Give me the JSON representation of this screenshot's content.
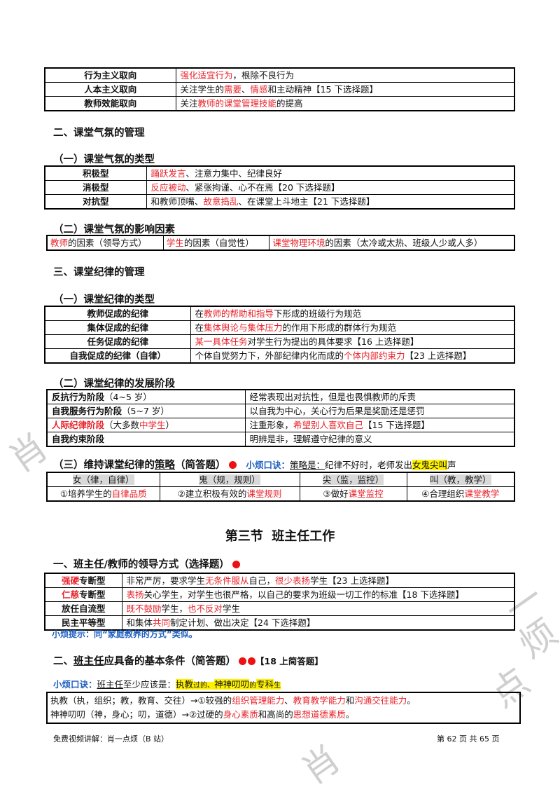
{
  "table_orient": {
    "rows": [
      {
        "name": "行为主义取向",
        "parts": [
          {
            "t": "强化适宜行为",
            "red": true
          },
          {
            "t": "，根除不良行为"
          }
        ]
      },
      {
        "name": "人本主义取向",
        "parts": [
          {
            "t": "关注学生的"
          },
          {
            "t": "需要",
            "red": true
          },
          {
            "t": "、"
          },
          {
            "t": "情感",
            "red": true
          },
          {
            "t": "和主动精神【15 下选择题】"
          }
        ]
      },
      {
        "name": "教师效能取向",
        "parts": [
          {
            "t": "关注"
          },
          {
            "t": "教师的课堂管理技能",
            "red": true
          },
          {
            "t": "的提高"
          }
        ]
      }
    ]
  },
  "sec2_title": "二、课堂气氛的管理",
  "sec2_1_title": "（一）课堂气氛的类型",
  "table_atmos": {
    "rows": [
      {
        "name": "积极型",
        "parts": [
          {
            "t": "踊跃发言",
            "red": true
          },
          {
            "t": "、注意力集中、纪律良好"
          }
        ]
      },
      {
        "name": "消极型",
        "parts": [
          {
            "t": "反应被动",
            "red": true
          },
          {
            "t": "、紧张拘谨、心不在焉【20 下选择题】"
          }
        ]
      },
      {
        "name": "对抗型",
        "parts": [
          {
            "t": "和教师顶嘴、"
          },
          {
            "t": "故意捣乱",
            "red": true
          },
          {
            "t": "、在课堂上斗地主【21 下选择题】"
          }
        ]
      }
    ]
  },
  "sec2_2_title": "（二）课堂气氛的影响因素",
  "factors": [
    {
      "parts": [
        {
          "t": "教师",
          "red": true
        },
        {
          "t": "的因素（领导方式）"
        }
      ]
    },
    {
      "parts": [
        {
          "t": "学生",
          "red": true
        },
        {
          "t": "的因素（自觉性）"
        }
      ]
    },
    {
      "parts": [
        {
          "t": "课堂物理环境",
          "red": true
        },
        {
          "t": "的因素（太冷或太热、班级人少或人多）"
        }
      ]
    }
  ],
  "sec3_title": "三、课堂纪律的管理",
  "sec3_1_title": "（一）课堂纪律的类型",
  "table_discipline": {
    "rows": [
      {
        "name": "教师促成的纪律",
        "parts": [
          {
            "t": "在"
          },
          {
            "t": "教师的帮助和指导",
            "red": true
          },
          {
            "t": "下形成的班级行为规范"
          }
        ]
      },
      {
        "name": "集体促成的纪律",
        "parts": [
          {
            "t": "在"
          },
          {
            "t": "集体舆论与集体压力",
            "red": true
          },
          {
            "t": "的作用下形成的群体行为规范"
          }
        ]
      },
      {
        "name": "任务促成的纪律",
        "parts": [
          {
            "t": "某一具体任务",
            "red": true
          },
          {
            "t": "对学生行为提出的具体要求【16 上选择题】"
          }
        ]
      },
      {
        "name": "自我促成的纪律（自律）",
        "parts": [
          {
            "t": "个体自觉努力下，外部纪律内化而成的"
          },
          {
            "t": "个体内部约束力",
            "red": true
          },
          {
            "t": "【23 上选择题】"
          }
        ]
      }
    ]
  },
  "sec3_2_title": "（二）课堂纪律的发展阶段",
  "table_stages": {
    "rows": [
      {
        "name": [
          {
            "t": "反抗行为阶段",
            "b": true
          },
          {
            "t": "（4~5 岁）"
          }
        ],
        "desc": [
          {
            "t": "经常表现出对抗性，但是也畏惧教师的斥责"
          }
        ]
      },
      {
        "name": [
          {
            "t": "自我服务行为阶段",
            "b": true
          },
          {
            "t": "（5~7 岁）"
          }
        ],
        "desc": [
          {
            "t": "以自我为中心，关心行为后果是奖励还是惩罚"
          }
        ]
      },
      {
        "name": [
          {
            "t": "人际纪律阶段",
            "b": true,
            "red": true
          },
          {
            "t": "（大多数"
          },
          {
            "t": "中学生",
            "red": true
          },
          {
            "t": "）"
          }
        ],
        "desc": [
          {
            "t": "注重形象，"
          },
          {
            "t": "希望别人喜欢自己",
            "red": true
          },
          {
            "t": "【15 下选择题】"
          }
        ]
      },
      {
        "name": [
          {
            "t": "自我约束阶段",
            "b": true
          }
        ],
        "desc": [
          {
            "t": "明辨是非，理解遵守纪律的意义"
          }
        ]
      }
    ]
  },
  "sec3_3": {
    "title_a": "（三）维持课堂纪律的",
    "title_b": "策略",
    "title_c": "（简答题）",
    "tip_label": "小烦口诀：",
    "tip_ul": "策略是：",
    "tip_text": "纪律不好时，老师发出",
    "tip_hl": "女鬼尖叫",
    "tip_end": "声"
  },
  "table_strategy": {
    "headers": [
      "女（律，自律）",
      "鬼（规，规则）",
      "尖（监，监控）",
      "叫（教，教学）"
    ],
    "cells": [
      [
        {
          "t": "①培养学生的"
        },
        {
          "t": "自律品质",
          "red": true
        }
      ],
      [
        {
          "t": "②建立积极有效的"
        },
        {
          "t": "课堂规则",
          "red": true
        }
      ],
      [
        {
          "t": "③做好"
        },
        {
          "t": "课堂监控",
          "red": true
        }
      ],
      [
        {
          "t": "④合理组织"
        },
        {
          "t": "课堂教学",
          "red": true
        }
      ]
    ]
  },
  "section_heading": "第三节  班主任工作",
  "sec4_title": "一、班主任/教师的领导方式（选择题）",
  "table_leader": {
    "rows": [
      {
        "name": [
          {
            "t": "强硬",
            "red": true
          },
          {
            "t": "专断型"
          }
        ],
        "desc": [
          {
            "t": "非常严厉，要求学生"
          },
          {
            "t": "无条件服从",
            "red": true
          },
          {
            "t": "自己，"
          },
          {
            "t": "很少表扬",
            "red": true
          },
          {
            "t": "学生【23 上选择题】"
          }
        ]
      },
      {
        "name": [
          {
            "t": "仁慈",
            "red": true
          },
          {
            "t": "专断型"
          }
        ],
        "desc": [
          {
            "t": "表扬",
            "red": true
          },
          {
            "t": "关心学生，对学生也很严格，以自己的要求为班级一切工作的标准【18 下选择题】"
          }
        ]
      },
      {
        "name": [
          {
            "t": "放任自流型"
          }
        ],
        "desc": [
          {
            "t": "既不鼓励",
            "red": true
          },
          {
            "t": "学生，"
          },
          {
            "t": "也不反对",
            "red": true
          },
          {
            "t": "学生"
          }
        ]
      },
      {
        "name": [
          {
            "t": "民主平等型"
          }
        ],
        "desc": [
          {
            "t": "和集体"
          },
          {
            "t": "共同",
            "red": true
          },
          {
            "t": "制定计划、做出决定【24 下选择题】"
          }
        ]
      }
    ]
  },
  "leader_tip": "小烦提示：同“家庭教养的方式”类似。",
  "sec5": {
    "title_a": "二、",
    "title_b": "班主任",
    "title_c": "应具备的基本条件（简答题）",
    "tag": "【18 上简答题】"
  },
  "sec5_tip": {
    "label": "小烦口诀：",
    "ul": "班主任",
    "text": "至少应该是：",
    "hl1": "执教",
    "s1": "过的、",
    "hl2": "神神叨叨",
    "s2": "的",
    "hl3": "专科",
    "s3": "生"
  },
  "sec5_box": [
    [
      {
        "t": "执教（执，组织；教，教育、交往）→①较强的"
      },
      {
        "t": "组织管理能力",
        "red": true
      },
      {
        "t": "、"
      },
      {
        "t": "教育教学能力",
        "red": true
      },
      {
        "t": "和"
      },
      {
        "t": "沟通交往能力",
        "red": true
      },
      {
        "t": "。"
      }
    ],
    [
      {
        "t": "神神叨叨（神，身心；叨，道德）→②过硬的"
      },
      {
        "t": "身心素质",
        "red": true
      },
      {
        "t": "和高尚的"
      },
      {
        "t": "思想道德素质",
        "red": true
      },
      {
        "t": "。"
      }
    ]
  ],
  "footer": {
    "left": "免费视频讲解：肖一点烦（B 站）",
    "right": "第 62 页 共 65 页"
  },
  "watermark": [
    "肖",
    "一",
    "点",
    "烦",
    "肖"
  ]
}
